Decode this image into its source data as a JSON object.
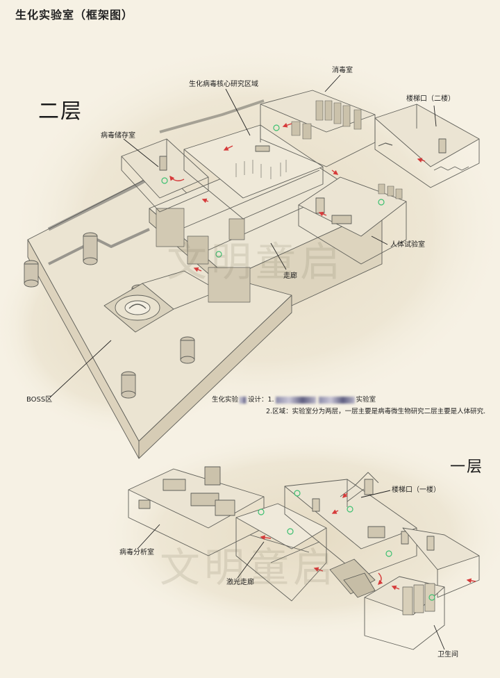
{
  "title": "生化实验室（框架图）",
  "floors": {
    "upper": "二层",
    "lower": "一层"
  },
  "labels_upper": {
    "core_research": "生化病毒核心研究区域",
    "disinfection": "消毒室",
    "stairs_upper": "楼梯口（二楼）",
    "virus_storage": "病毒储存室",
    "human_test": "人体试验室",
    "corridor": "走廊",
    "boss_area": "BOSS区"
  },
  "labels_lower": {
    "stairs_lower": "楼梯口（一楼）",
    "virus_analysis": "病毒分析室",
    "laser_corridor": "激光走廊",
    "restroom": "卫生间"
  },
  "notes": {
    "line1_prefix": "生化实验",
    "line1_mid": "设计：1.",
    "line1_suffix": "实验室",
    "line2": "2.区域：实验室分为两层，一层主要是病毒微生物研究二层主要是人体研究."
  },
  "watermark": "文明童启",
  "colors": {
    "paper": "#f6f1e4",
    "ink": "#5a5a55",
    "arrow": "#d63a3a",
    "marker": "#3cc070"
  }
}
